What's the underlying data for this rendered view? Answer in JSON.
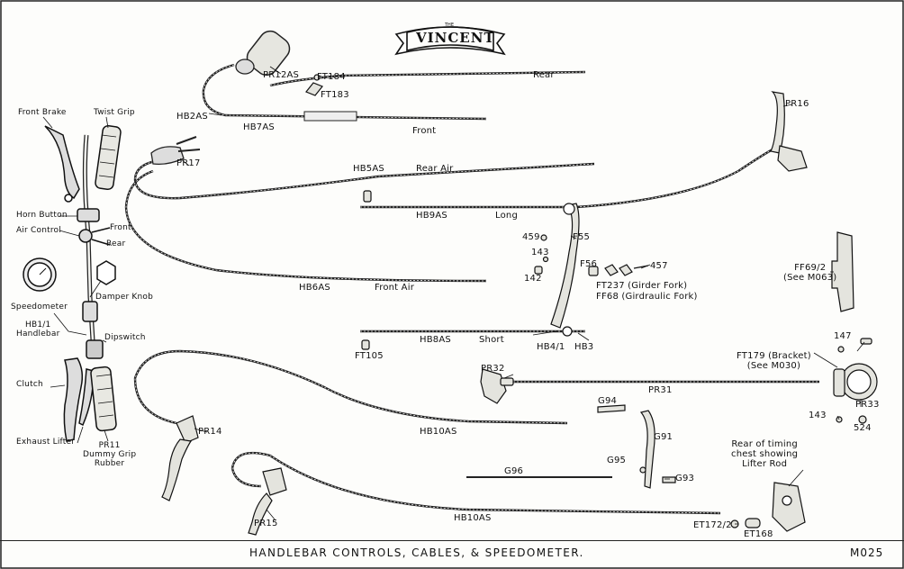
{
  "brand": {
    "prefix": "THE",
    "name": "VINCENT"
  },
  "footer": {
    "title": "HANDLEBAR  CONTROLS,  CABLES,  &  SPEEDOMETER.",
    "code": "M025"
  },
  "labels": {
    "front_brake": "Front Brake",
    "twist_grip": "Twist Grip",
    "horn_button": "Horn Button",
    "air_control": "Air Control",
    "front": "Front",
    "rear": "Rear",
    "damper_knob": "Damper Knob",
    "speedometer": "Speedometer",
    "hb1_handlebar": "HB1/1\nHandlebar",
    "dipswitch": "Dipswitch",
    "clutch": "Clutch",
    "exhaust_lifter": "Exhaust Lifter",
    "pr11": "PR11\nDummy Grip\nRubber",
    "pr12as": "PR12AS",
    "ft184": "FT184",
    "ft183": "FT183",
    "hb2as": "HB2AS",
    "hb7as": "HB7AS",
    "cable_rear": "Rear",
    "cable_front": "Front",
    "pr17": "PR17",
    "hb5as": "HB5AS",
    "rear_air": "Rear  Air",
    "pr16": "PR16",
    "hb9as": "HB9AS",
    "long": "Long",
    "p459": "459",
    "f55": "F55",
    "p143a": "143",
    "p142": "142",
    "f56": "F56",
    "p457": "457",
    "ft237": "FT237 (Girder Fork)",
    "ff68": "FF68 (Girdraulic Fork)",
    "ff69": "FF69/2\n(See M063)",
    "hb6as": "HB6AS",
    "front_air": "Front  Air",
    "hb8as": "HB8AS",
    "short": "Short",
    "hb41": "HB4/1",
    "hb3": "HB3",
    "ft105": "FT105",
    "pr32": "PR32",
    "pr31": "PR31",
    "ft179": "FT179 (Bracket)\n(See M030)",
    "p147": "147",
    "pr33": "PR33",
    "p143b": "143",
    "p524": "524",
    "g94": "G94",
    "g91": "G91",
    "pr14": "PR14",
    "hb10as_a": "HB10AS",
    "g95": "G95",
    "g96": "G96",
    "g93": "G93",
    "timing_note": "Rear of timing\nchest showing\nLifter Rod",
    "pr15": "PR15",
    "hb10as_b": "HB10AS",
    "et172": "ET172/2",
    "et168": "ET168"
  }
}
